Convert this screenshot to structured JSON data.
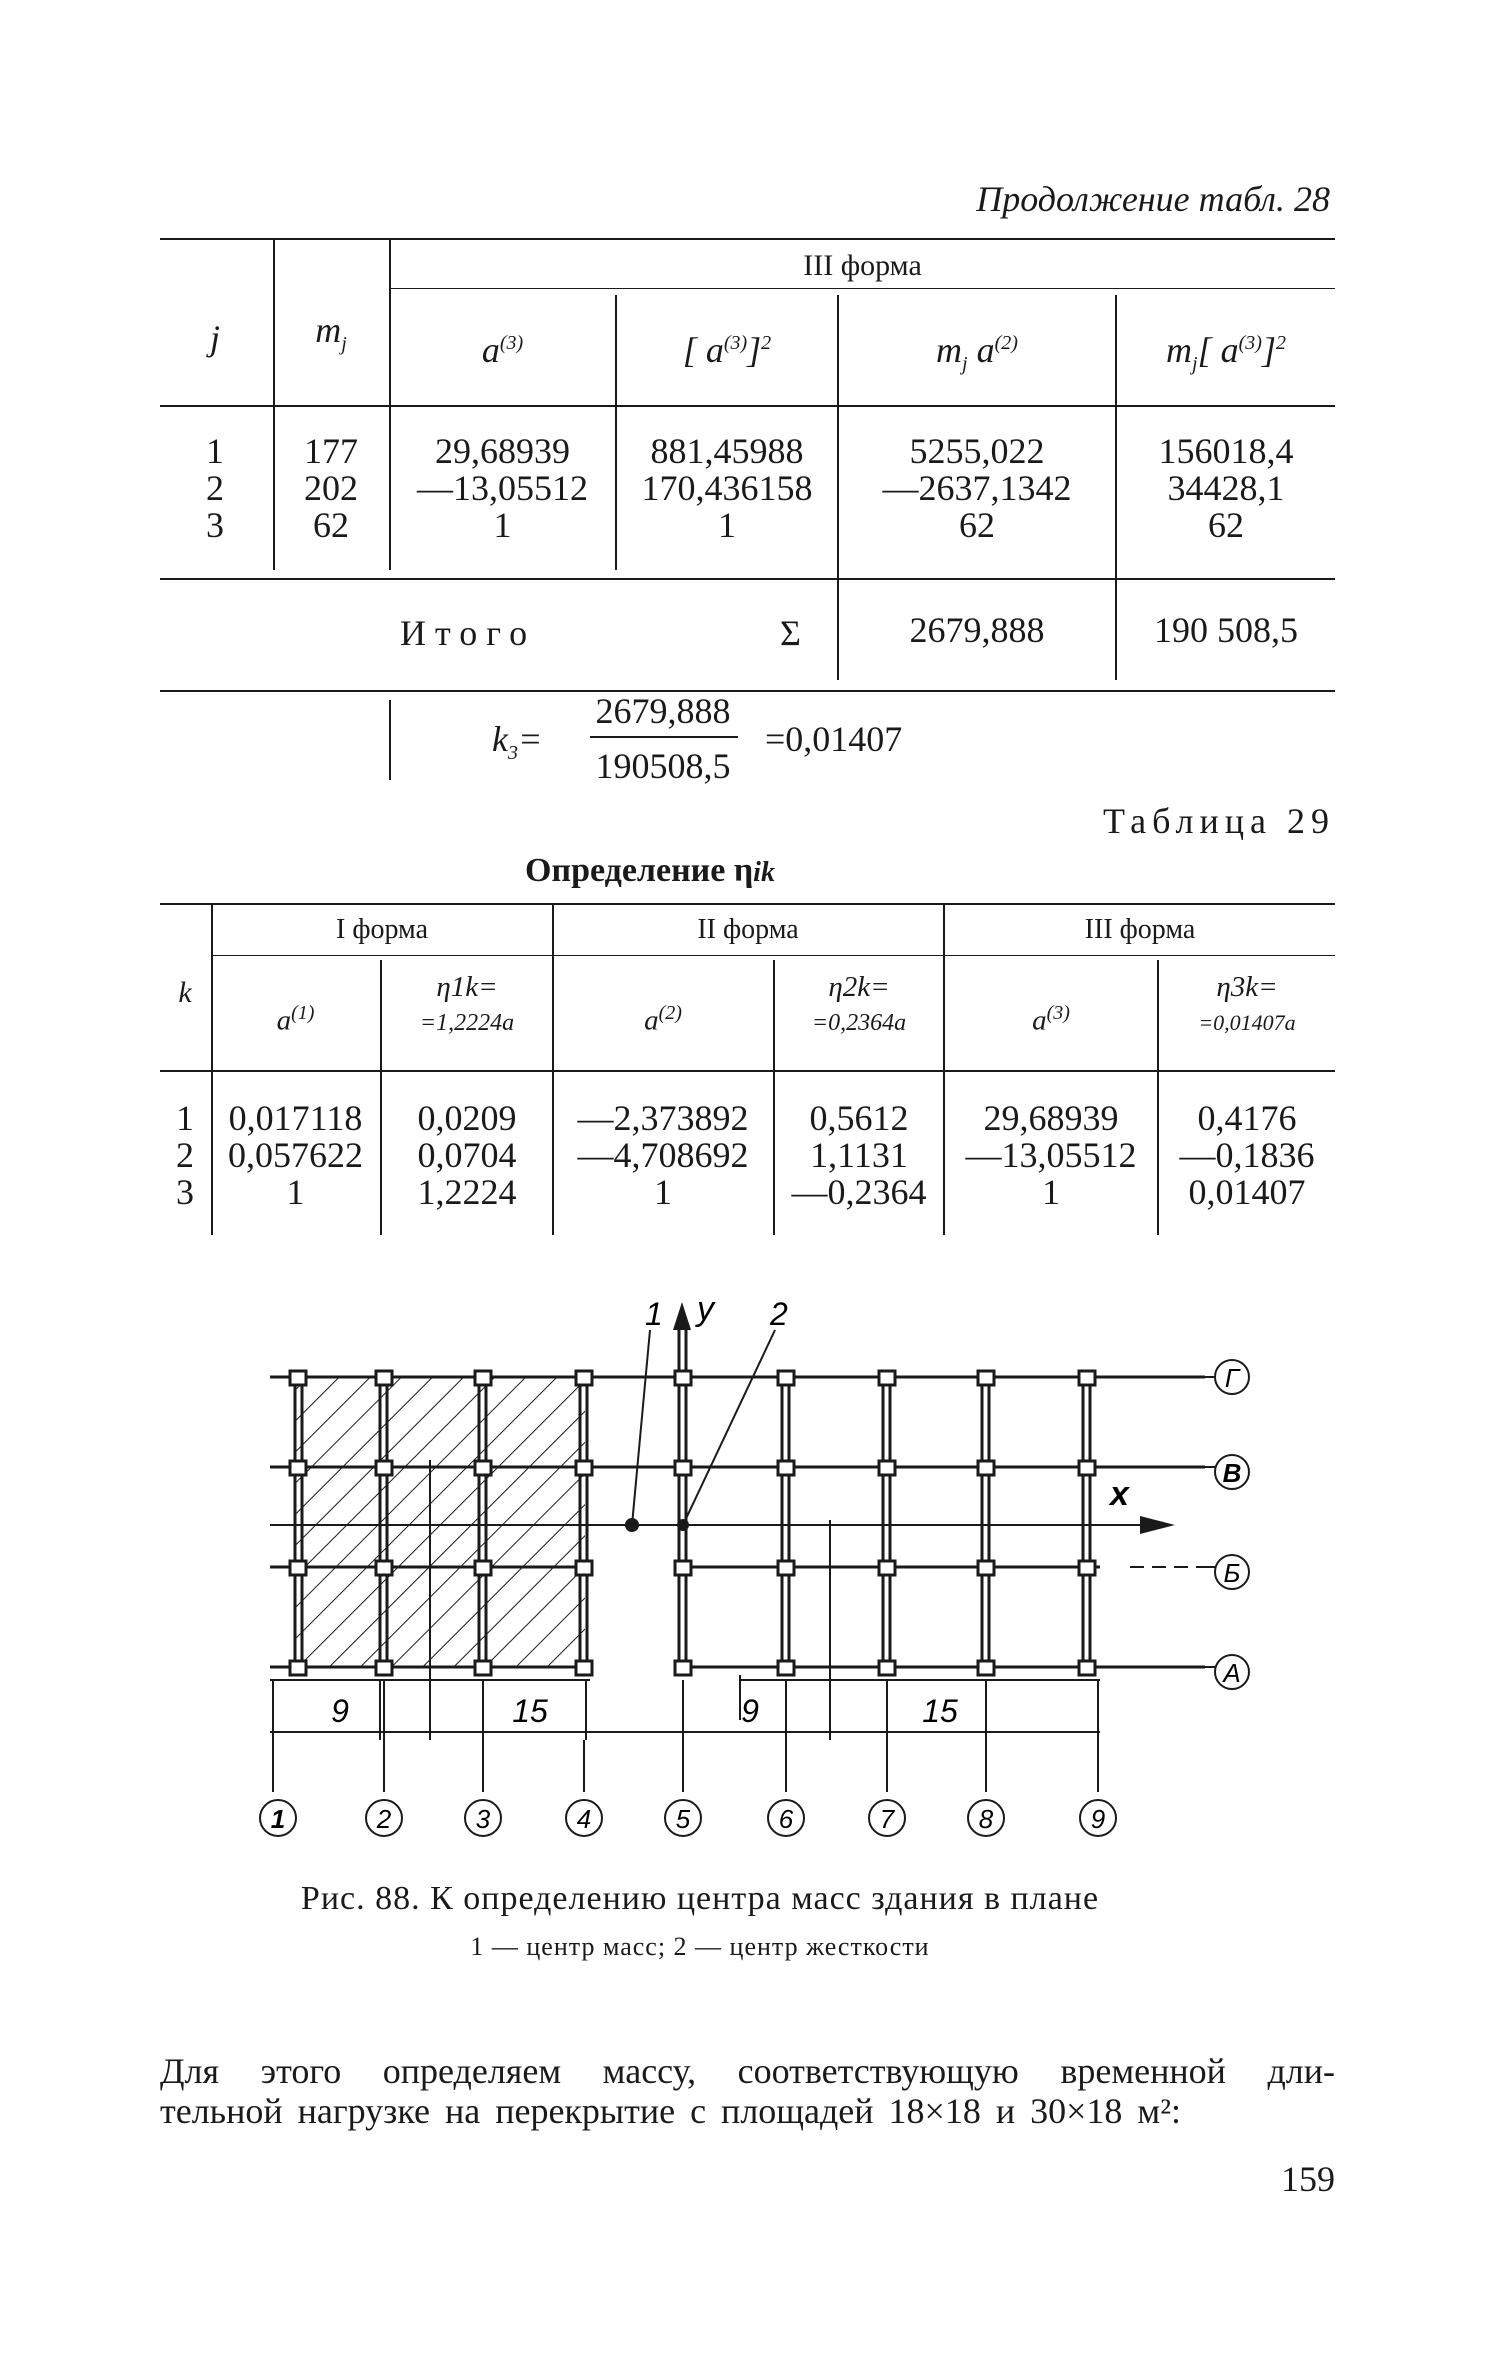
{
  "continuation_label": "Продолжение табл. 28",
  "table28": {
    "group_header": "III форма",
    "headers": {
      "j": "j",
      "m": "m",
      "m_sub": "j",
      "a": "a",
      "a_sub": "j",
      "a_sup": "(3)",
      "a_sq": "2",
      "ma2": "(2)"
    },
    "rows": [
      {
        "j": "1",
        "m": "177",
        "a3": "29,68939",
        "a3sq": "881,45988",
        "ma2": "5255,022",
        "ma3sq": "156018,4"
      },
      {
        "j": "2",
        "m": "202",
        "a3": "—13,05512",
        "a3sq": "170,436158",
        "ma2": "—2637,1342",
        "ma3sq": "34428,1"
      },
      {
        "j": "3",
        "m": "62",
        "a3": "1",
        "a3sq": "1",
        "ma2": "62",
        "ma3sq": "62"
      }
    ],
    "total_label": "Итого",
    "sigma": "Σ",
    "total_ma2": "2679,888",
    "total_ma3sq": "190 508,5"
  },
  "formula": {
    "lhs": "k",
    "lhs_sub": "3",
    "numerator": "2679,888",
    "denominator": "190508,5",
    "result": "=0,01407"
  },
  "table29": {
    "label": "Таблица 29",
    "title": "Определение η",
    "title_sub": "ik",
    "group_headers": [
      "I форма",
      "II форма",
      "III форма"
    ],
    "k_header": "k",
    "col_a": [
      "a",
      "a",
      "a"
    ],
    "col_a_sup": [
      "(1)",
      "(2)",
      "(3)"
    ],
    "col_eta": [
      "η1k=",
      "η2k=",
      "η3k="
    ],
    "col_eta_lower": [
      "=1,2224a",
      "=0,2364a",
      "=0,01407a"
    ],
    "rows": [
      {
        "k": "1",
        "a1": "0,017118",
        "e1": "0,0209",
        "a2": "—2,373892",
        "e2": "0,5612",
        "a3": "29,68939",
        "e3": "0,4176"
      },
      {
        "k": "2",
        "a1": "0,057622",
        "e1": "0,0704",
        "a2": "—4,708692",
        "e2": "1,1131",
        "a3": "—13,05512",
        "e3": "—0,1836"
      },
      {
        "k": "3",
        "a1": "1",
        "e1": "1,2224",
        "a2": "1",
        "e2": "—0,2364",
        "a3": "1",
        "e3": "0,01407"
      }
    ]
  },
  "figure": {
    "marker_1": "1",
    "marker_2": "2",
    "axis_y": "y",
    "axis_x": "x",
    "row_labels": [
      "Г",
      "В",
      "Б",
      "А"
    ],
    "col_labels": [
      "1",
      "2",
      "3",
      "4",
      "5",
      "6",
      "7",
      "8",
      "9"
    ],
    "dims": [
      "9",
      "15",
      "9",
      "15"
    ],
    "caption": "Рис. 88. К определению центра масс здания в плане",
    "legend": "1 — центр масс; 2 — центр жесткости"
  },
  "body_text": {
    "line1": "Для этого определяем массу, соответствующую временной дли-",
    "line2": "тельной нагрузке на перекрытие с площадей 18×18 и 30×18 м²:"
  },
  "page_number": "159"
}
